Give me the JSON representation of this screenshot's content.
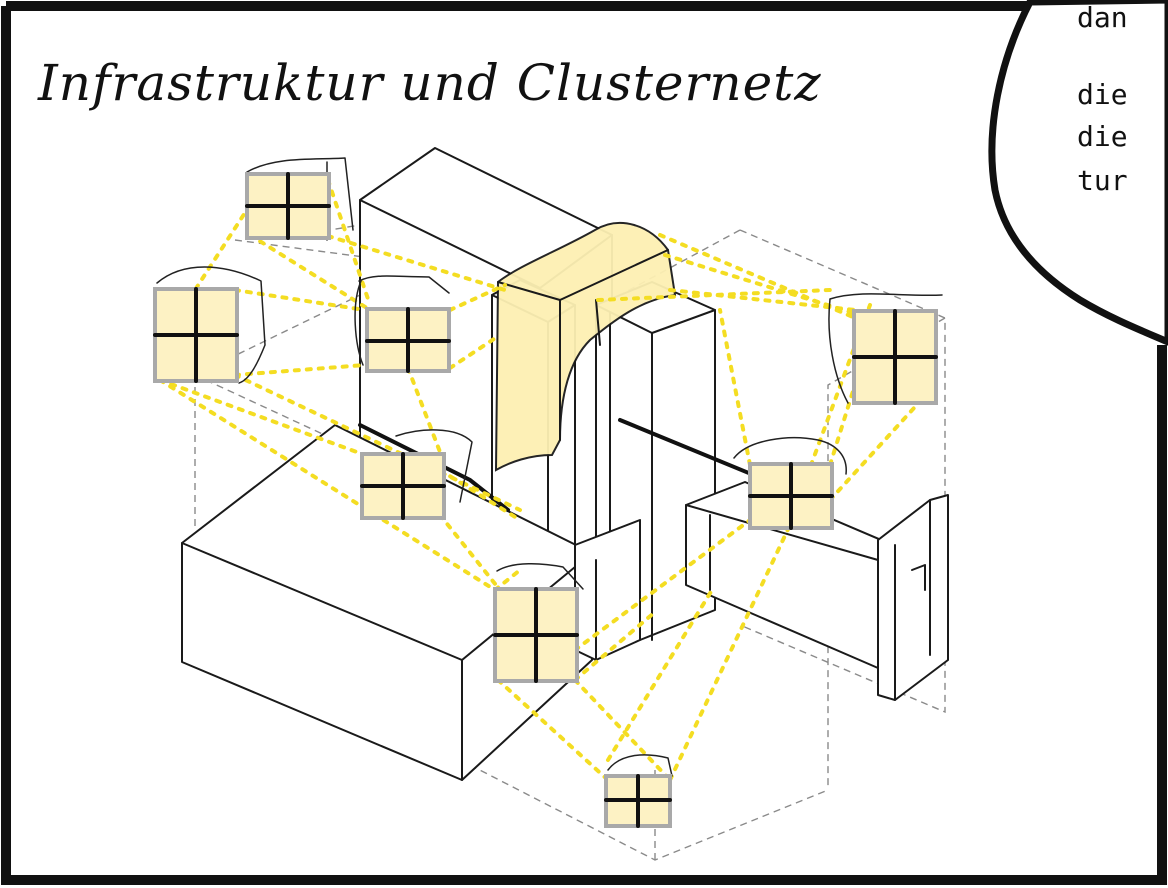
{
  "diagram": {
    "title": "Infrastruktur und Clusternetz",
    "speech_bubble_lines": [
      "dan",
      "die",
      "die",
      "tur"
    ],
    "colors": {
      "network_link": "#f4dd22",
      "window_fill": "#fdf2c4",
      "window_frame": "#a9a9a9",
      "duct_highlight": "#fdf0b3",
      "ink": "#1a1a1a"
    }
  }
}
